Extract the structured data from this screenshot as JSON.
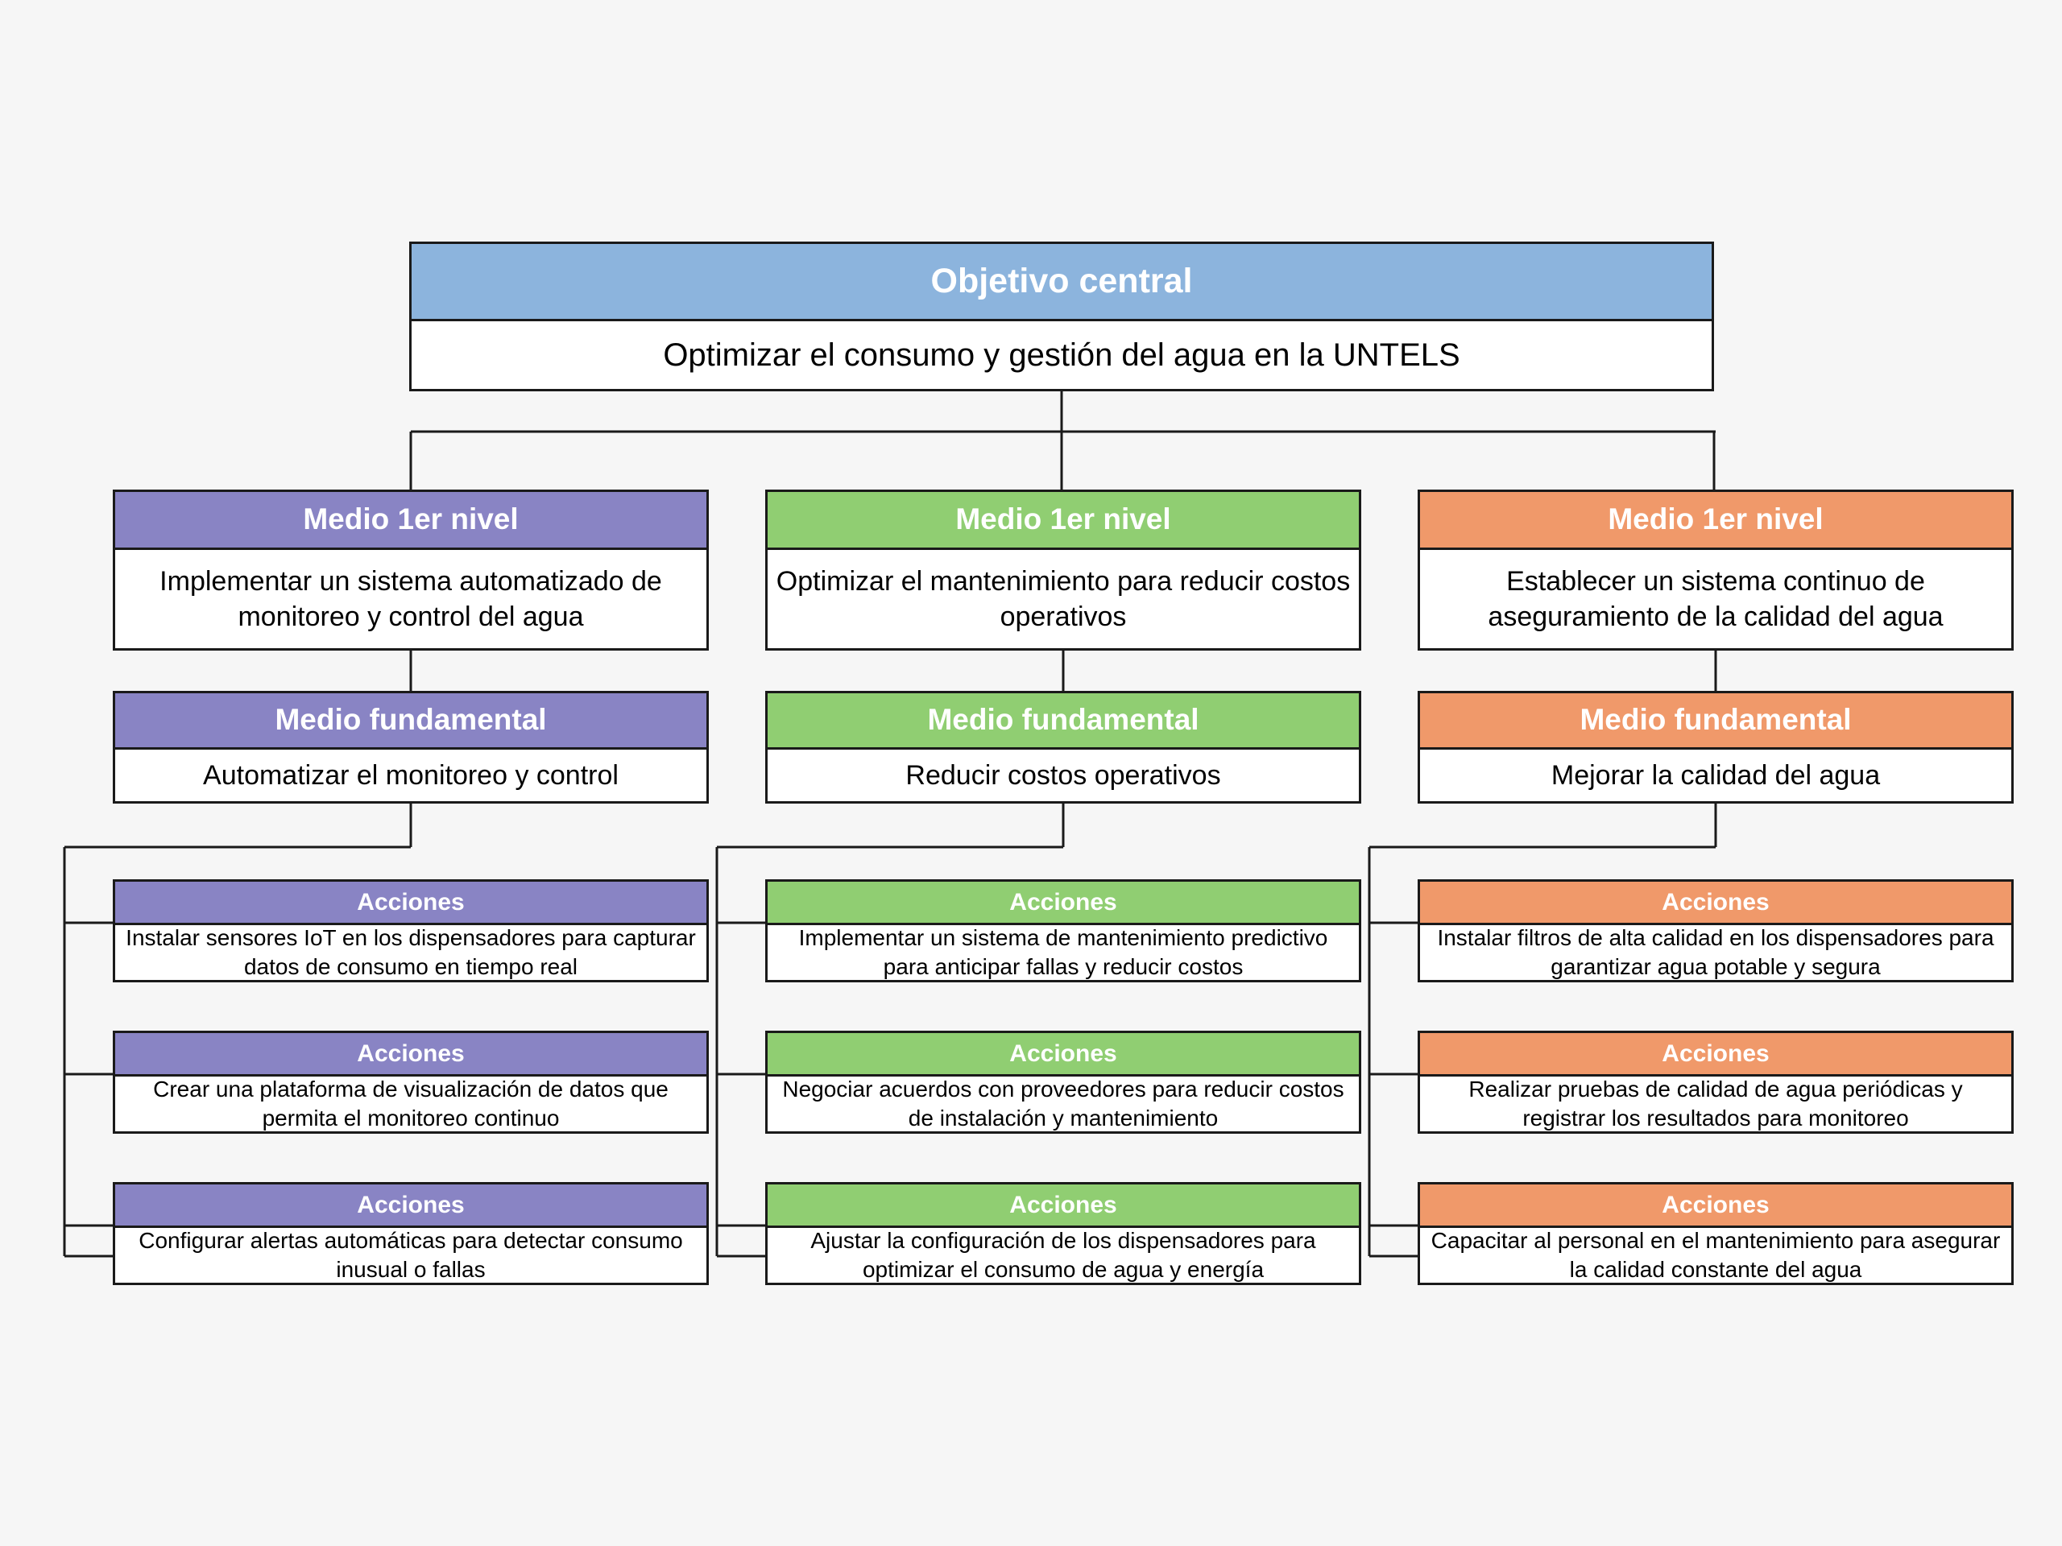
{
  "diagram": {
    "title_kind": "objectives-tree",
    "background_color": "#f6f6f6",
    "border_color": "#1a1a1a"
  },
  "root": {
    "header": "Objetivo central",
    "body": "Optimizar el consumo y gestión del agua en la UNTELS",
    "color": "#8cb4dd"
  },
  "branches": [
    {
      "color": "#8984c4",
      "level1": {
        "header": "Medio 1er nivel",
        "body": "Implementar un sistema automatizado de monitoreo y control del agua"
      },
      "fundamental": {
        "header": "Medio fundamental",
        "body": "Automatizar el monitoreo y control"
      },
      "actions": [
        {
          "header": "Acciones",
          "body": "Instalar sensores IoT en los dispensadores para capturar datos de consumo en tiempo real"
        },
        {
          "header": "Acciones",
          "body": "Crear una plataforma de visualización de datos que permita el monitoreo continuo"
        },
        {
          "header": "Acciones",
          "body": "Configurar alertas automáticas para detectar consumo inusual o fallas"
        }
      ]
    },
    {
      "color": "#90ce72",
      "level1": {
        "header": "Medio 1er nivel",
        "body": "Optimizar el mantenimiento para reducir costos operativos"
      },
      "fundamental": {
        "header": "Medio fundamental",
        "body": "Reducir costos operativos"
      },
      "actions": [
        {
          "header": "Acciones",
          "body": "Implementar un sistema de mantenimiento predictivo para anticipar fallas y reducir costos"
        },
        {
          "header": "Acciones",
          "body": "Negociar acuerdos con proveedores para reducir costos de instalación y mantenimiento"
        },
        {
          "header": "Acciones",
          "body": "Ajustar la configuración de los dispensadores para optimizar el consumo de agua y energía"
        }
      ]
    },
    {
      "color": "#f0996a",
      "level1": {
        "header": "Medio 1er nivel",
        "body": "Establecer un sistema continuo de aseguramiento de la calidad del agua"
      },
      "fundamental": {
        "header": "Medio fundamental",
        "body": "Mejorar la calidad del agua"
      },
      "actions": [
        {
          "header": "Acciones",
          "body": "Instalar filtros de alta calidad en los dispensadores para garantizar agua potable y segura"
        },
        {
          "header": "Acciones",
          "body": "Realizar pruebas de calidad de agua periódicas y registrar los resultados para monitoreo"
        },
        {
          "header": "Acciones",
          "body": "Capacitar al personal en el mantenimiento para asegurar la calidad constante del agua"
        }
      ]
    }
  ]
}
